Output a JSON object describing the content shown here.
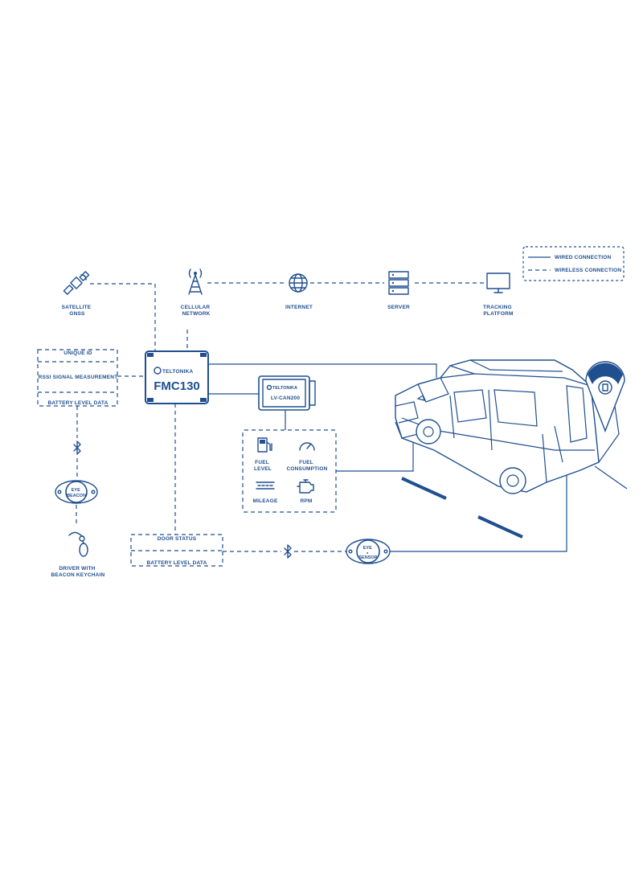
{
  "legend": {
    "wired": "WIRED CONNECTION",
    "wireless": "WIRELESS CONNECTION"
  },
  "nodes": {
    "satellite": [
      "SATELLITE",
      "GNSS"
    ],
    "cellular": [
      "CELLULAR",
      "NETWORK"
    ],
    "internet": "INTERNET",
    "server": "SERVER",
    "tracking": [
      "TRACKING",
      "PLATFORM"
    ]
  },
  "beacon_data": {
    "unique_id": "UNIQUE ID",
    "rssi": "RSSI SIGNAL MEASUREMENT",
    "battery": "BATTERY LEVEL DATA"
  },
  "device": {
    "brand": "TELTONIKA",
    "model": "FMC130"
  },
  "can_adapter": {
    "brand": "TELTONIKA",
    "model": "LV-CAN200"
  },
  "can_params": {
    "fuel_level": [
      "FUEL",
      "LEVEL"
    ],
    "fuel_consumption": [
      "FUEL",
      "CONSUMPTION"
    ],
    "mileage": "MILEAGE",
    "rpm": "RPM"
  },
  "eye_beacon": [
    "EYE",
    "BEACON"
  ],
  "driver": [
    "DRIVER WITH",
    "BEACON KEYCHAIN"
  ],
  "sensor_data": {
    "door_status": "DOOR STATUS",
    "battery": "BATTERY LEVEL DATA"
  },
  "eye_sensor": [
    "EYE",
    "SENSOR"
  ],
  "colors": {
    "primary": "#1f4f8f",
    "background": "#ffffff"
  }
}
